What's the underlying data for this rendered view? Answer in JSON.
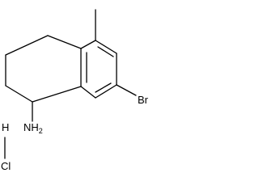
{
  "molecule": {
    "atoms": {
      "bromine": "Br",
      "amine": "NH",
      "amine_subscript": "2",
      "hydrogen": "H",
      "chlorine": "Cl"
    }
  }
}
